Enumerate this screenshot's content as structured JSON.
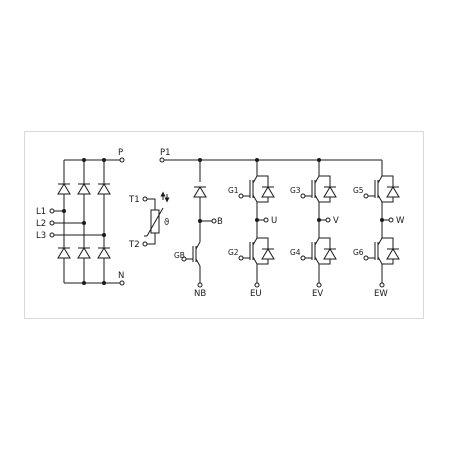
{
  "labels": {
    "P": "P",
    "N": "N",
    "L1": "L1",
    "L2": "L2",
    "L3": "L3",
    "T1": "T1",
    "T2": "T2",
    "theta": "ϑ",
    "P1": "P1",
    "B": "B",
    "GB": "GB",
    "NB": "NB",
    "G1": "G1",
    "G2": "G2",
    "G3": "G3",
    "G4": "G4",
    "G5": "G5",
    "G6": "G6",
    "U": "U",
    "V": "V",
    "W": "W",
    "EU": "EU",
    "EV": "EV",
    "EW": "EW"
  },
  "colors": {
    "line": "#1a1a1a",
    "frame": "#d9d9d9",
    "background": "#ffffff"
  }
}
